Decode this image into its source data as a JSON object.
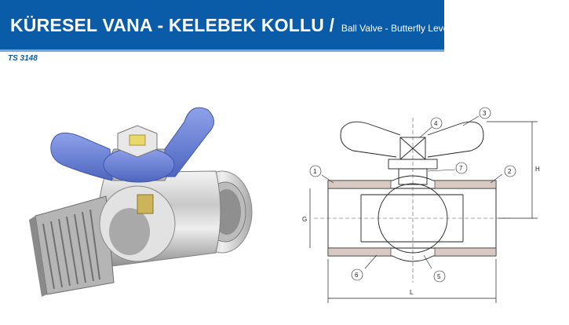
{
  "header": {
    "title": "KÜRESEL VANA - KELEBEK KOLLU /",
    "subtitle": "Ball Valve - Butterfly Lever",
    "code": "TS 3148"
  },
  "drawing": {
    "callouts": [
      "1",
      "2",
      "3",
      "4",
      "5",
      "6",
      "7"
    ],
    "dim_g": "G",
    "dim_h": "H",
    "dim_l": "L"
  },
  "colors": {
    "brand_blue": "#0a5ba8",
    "handle_blue": "#6f86d6",
    "brass_yellow": "#e9d86a"
  }
}
